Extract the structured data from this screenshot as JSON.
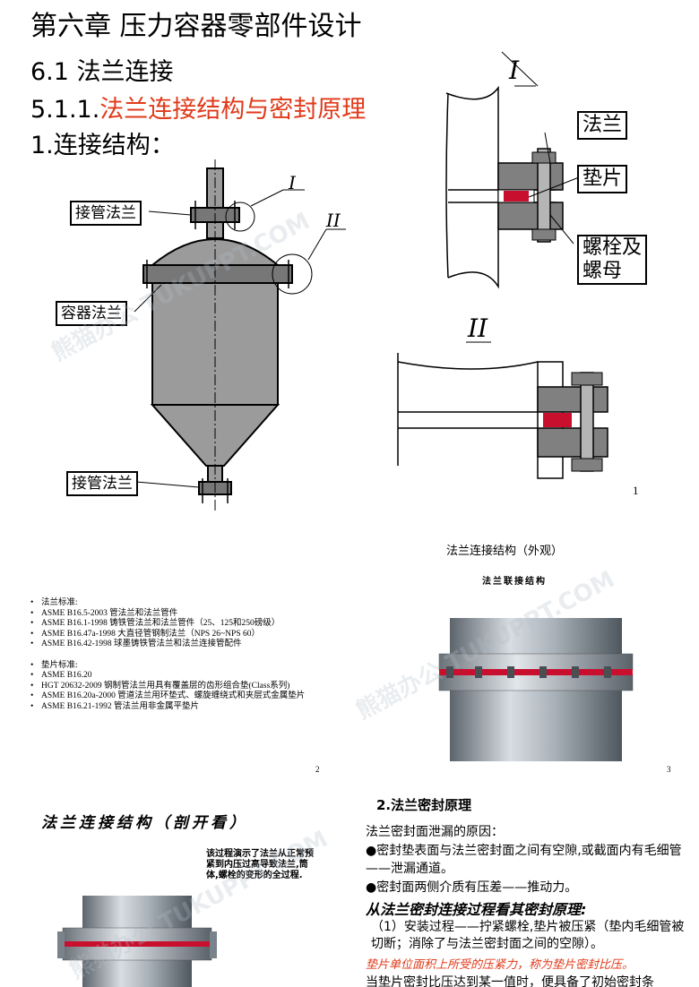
{
  "slide1": {
    "chapter_title": "第六章  压力容器零部件设计",
    "section": "6.1 法兰连接",
    "subsection_prefix": "5.1.1.",
    "subsection_red": "法兰连接结构与密封原理",
    "item": "1.连接结构：",
    "label_top_nozzle": "接管法兰",
    "label_vessel": "容器法兰",
    "label_bottom_nozzle": "接管法兰",
    "detail_I": "I",
    "detail_II": "II",
    "label_flange": "法兰",
    "label_gasket": "垫片",
    "label_bolt_1": "螺栓及",
    "label_bolt_2": "螺母",
    "page_number": "1"
  },
  "slide2": {
    "flange_standards_title": "法兰标准:",
    "flange_standards": [
      "ASME B16.5-2003 管法兰和法兰管件",
      "ASME B16.1-1998 铸铁管法兰和法兰管件（25、125和250磅级）",
      "ASME B16.47a-1998 大直径管钢制法兰（NPS 26~NPS 60）",
      "ASME B16.42-1998 球墨铸铁管法兰和法兰连接管配件"
    ],
    "gasket_standards_title": "垫片标准:",
    "gasket_standards": [
      "ASME B16.20",
      "HGT 20632-2009 钢制管法兰用具有覆盖层的齿形组合垫(Class系列)",
      "ASME B16.20a-2000 管道法兰用环垫式、螺旋缠绕式和夹层式金属垫片",
      "ASME B16.21-1992 管法兰用非金属平垫片"
    ],
    "page_number": "2",
    "picture_title": "法兰连接结构（外观）",
    "picture_subtitle": "法兰联接结构",
    "picture_page_number": "3"
  },
  "slide3": {
    "cut_title": "法兰连接结构（剖开看）",
    "animation_note": "该过程演示了法兰从正常预紧到内压过高导致法兰,筒体,螺栓的变形的全过程.",
    "seal_title": "2.法兰密封原理",
    "seal_cause": "法兰密封面泄漏的原因：",
    "seal_bullet_1": "●密封垫表面与法兰密封面之间有空隙,或截面内有毛细管——泄漏通道。",
    "seal_bullet_2": "●密封面两侧介质有压差——推动力。",
    "seal_process_heading": "从法兰密封连接过程看其密封原理:",
    "seal_process_1": "（1）安装过程——拧紧螺栓,垫片被压紧（垫内毛细管被切断；消除了与法兰密封面之间的空隙）。",
    "seal_red_note": "垫片单位面积上所受的压紧力，称为垫片密封比压。",
    "seal_cutoff": "当垫片密封比压达到某一值时，便具备了初始密封条"
  },
  "watermark": "熊猫办公 TUKUPPT.COM",
  "colors": {
    "accent_red": "#e03a1a",
    "gasket_red": "#c8102e",
    "steel": "#9aa3ab"
  }
}
